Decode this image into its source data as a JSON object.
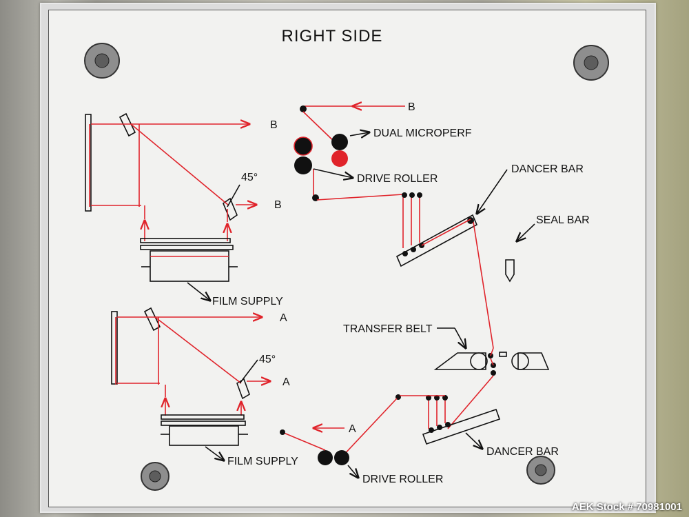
{
  "title": "RIGHT SIDE",
  "labels": {
    "b_top": "B",
    "b_mid": "B",
    "b_feed": "B",
    "a_top": "A",
    "a_mid": "A",
    "a_feed": "A",
    "angle_upper": "45°",
    "angle_lower": "45°",
    "dual_microperf": "DUAL MICROPERF",
    "drive_roller_upper": "DRIVE ROLLER",
    "drive_roller_lower": "DRIVE ROLLER",
    "dancer_bar_upper": "DANCER BAR",
    "dancer_bar_lower": "DANCER BAR",
    "seal_bar": "SEAL BAR",
    "transfer_belt": "TRANSFER BELT",
    "film_supply_upper": "FILM SUPPLY",
    "film_supply_lower": "FILM SUPPLY"
  },
  "watermark": "AEK Stock # 70981001",
  "colors": {
    "film_path": "#e0232a",
    "outline": "#111111",
    "panel": "#f2f2f0"
  }
}
